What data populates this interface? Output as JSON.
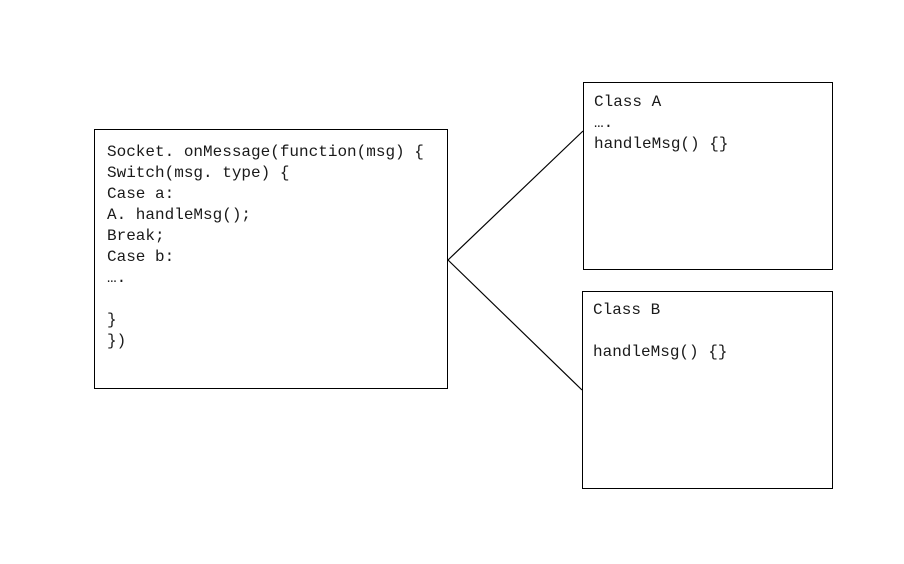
{
  "diagram": {
    "code_box": {
      "lines": [
        "Socket. onMessage(function(msg) {",
        "Switch(msg. type) {",
        "Case a:",
        "A. handleMsg();",
        "Break;",
        "Case b:",
        "….",
        "",
        "}",
        "})"
      ]
    },
    "class_a_box": {
      "title": "Class A",
      "lines": [
        "….",
        "handleMsg() {}"
      ]
    },
    "class_b_box": {
      "title": "Class B",
      "lines": [
        "",
        "handleMsg() {}"
      ]
    },
    "colors": {
      "background": "#ffffff",
      "border": "#000000",
      "text": "#1a1a1a",
      "connector": "#000000"
    }
  }
}
